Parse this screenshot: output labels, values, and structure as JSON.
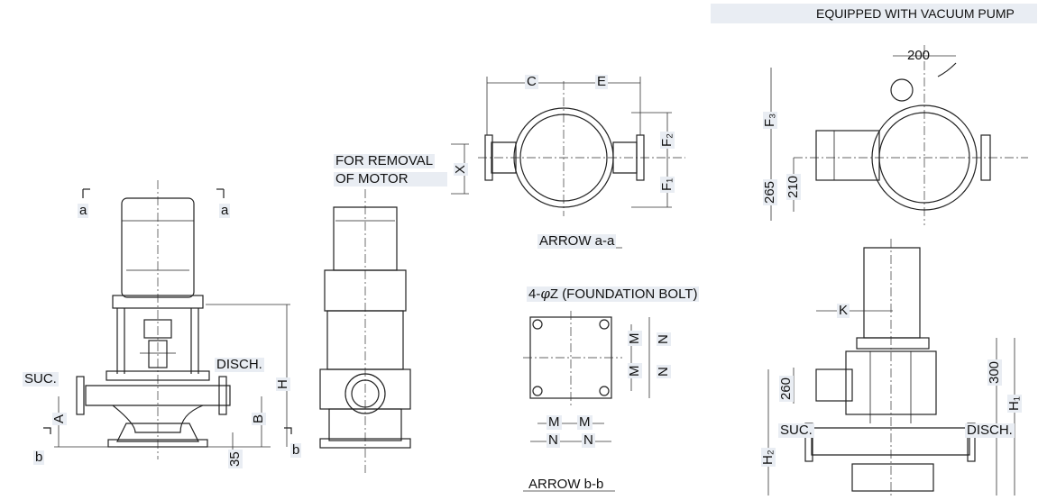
{
  "header": {
    "title": "EQUIPPED WITH VACUUM PUMP"
  },
  "front_view": {
    "section_a_left": "a",
    "section_a_right": "a",
    "section_b_left": "b",
    "section_b_right": "b",
    "suction": "SUC.",
    "discharge": "DISCH.",
    "dim_a": "A",
    "dim_b": "B",
    "dim_h": "H",
    "dim_35": "35"
  },
  "side_view": {
    "removal_note_line1": "FOR REMOVAL",
    "removal_note_line2": "OF MOTOR",
    "dim_x": "X"
  },
  "arrow_aa": {
    "dim_c": "C",
    "dim_e": "E",
    "dim_f1": "F₁",
    "dim_f2": "F₂",
    "caption": "ARROW a-a"
  },
  "arrow_bb": {
    "bolt_note": "4-",
    "phi": "φ",
    "bolt_note_tail": "Z (FOUNDATION BOLT)",
    "dim_m": "M",
    "dim_n": "N",
    "caption": "ARROW b-b"
  },
  "vacuum_top": {
    "dim_200": "200",
    "dim_f3": "F₃",
    "dim_265": "265",
    "dim_210": "210"
  },
  "vacuum_front": {
    "dim_k": "K",
    "dim_260": "260",
    "dim_300": "300",
    "dim_h1": "H₁",
    "dim_h2": "H₂",
    "suction": "SUC.",
    "discharge": "DISCH."
  }
}
